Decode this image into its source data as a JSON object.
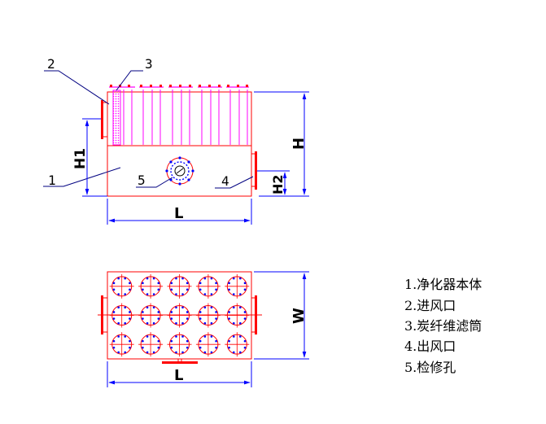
{
  "front_view": {
    "callouts": [
      "1",
      "2",
      "3",
      "4",
      "5"
    ],
    "dimensions": {
      "length": "L",
      "height": "H",
      "inlet_height": "H1",
      "outlet_height": "H2"
    }
  },
  "top_view": {
    "dimensions": {
      "length": "L",
      "width": "W"
    },
    "filter_grid": {
      "rows": 3,
      "cols": 5
    }
  },
  "legend": [
    "1.净化器本体",
    "2.进风口",
    "3.炭纤维滤筒",
    "4.出风口",
    "5.检修孔"
  ],
  "colors": {
    "body": "#ff0000",
    "filter": "#ff00ff",
    "dimension": "#0000ff",
    "leader": "#000080",
    "text": "#000000"
  }
}
